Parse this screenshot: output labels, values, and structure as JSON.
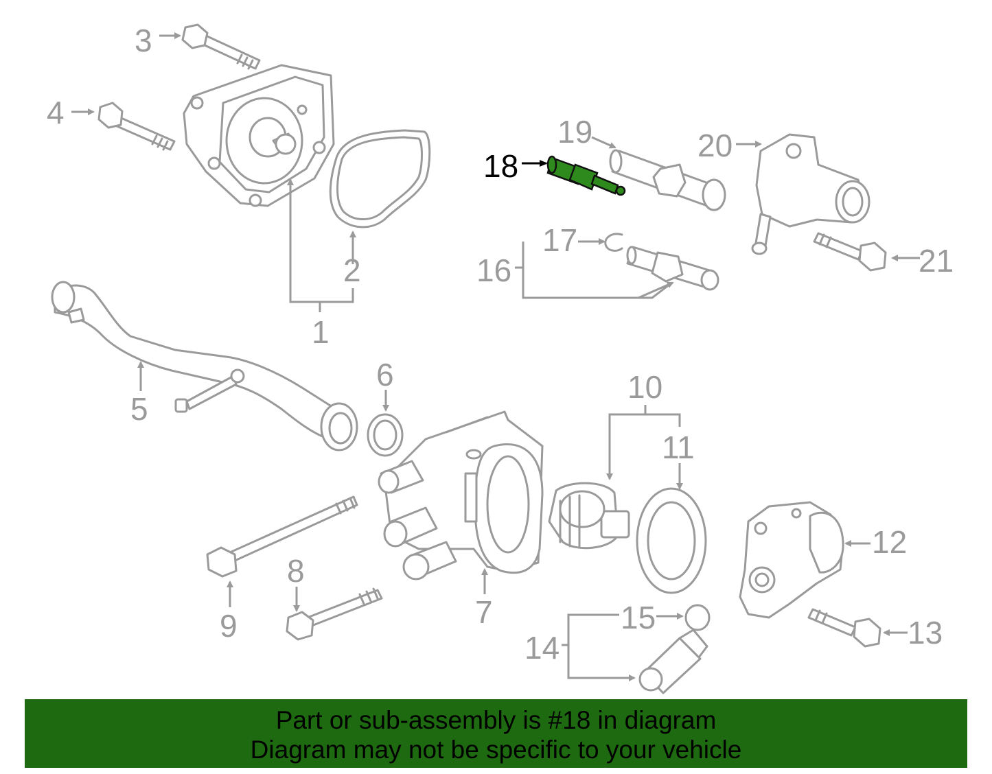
{
  "callouts": [
    "1",
    "2",
    "3",
    "4",
    "5",
    "6",
    "7",
    "8",
    "9",
    "10",
    "11",
    "12",
    "13",
    "14",
    "15",
    "16",
    "17",
    "18",
    "19",
    "20",
    "21"
  ],
  "highlighted_callout": "18",
  "banner": {
    "line1": "Part or sub-assembly is #18 in diagram",
    "line2": "Diagram may not be specific to your vehicle"
  },
  "colors": {
    "line": "#9a9a9a",
    "highlight_part": "#2f8a1e",
    "banner_bg": "#1e6a10",
    "banner_text": "#000000"
  }
}
